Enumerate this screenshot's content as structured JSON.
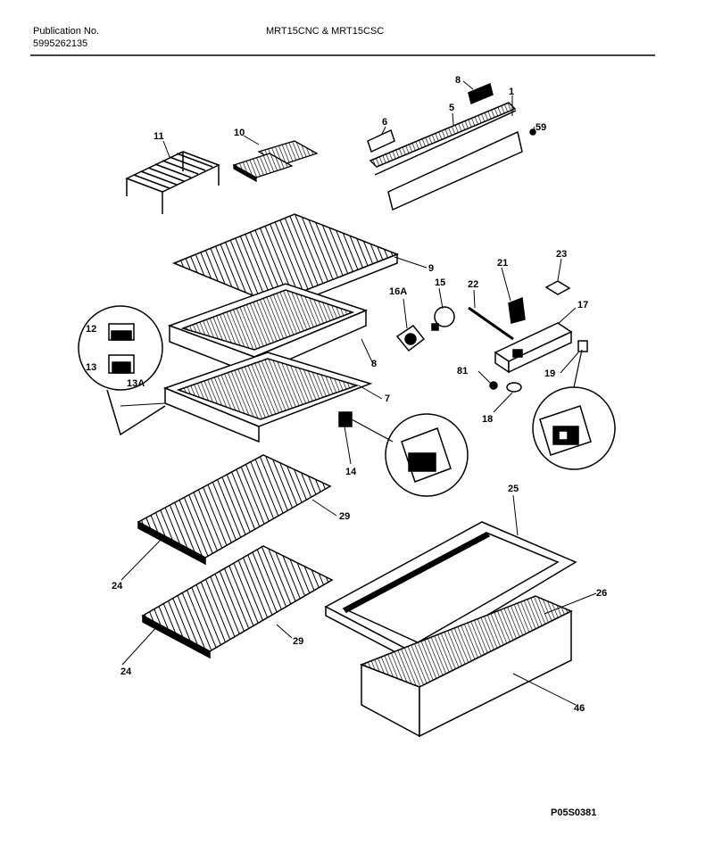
{
  "header": {
    "publication_label": "Publication No.",
    "publication_number": "5995262135",
    "models": "MRT15CNC & MRT15CSC"
  },
  "callouts": [
    "1",
    "5",
    "6",
    "8",
    "59",
    "11",
    "10",
    "9",
    "16A",
    "15",
    "21",
    "22",
    "23",
    "17",
    "12",
    "13",
    "13A",
    "8",
    "7",
    "81",
    "19",
    "18",
    "14",
    "25",
    "29",
    "24",
    "29",
    "24",
    "26",
    "46"
  ],
  "figure_code": "P05S0381"
}
